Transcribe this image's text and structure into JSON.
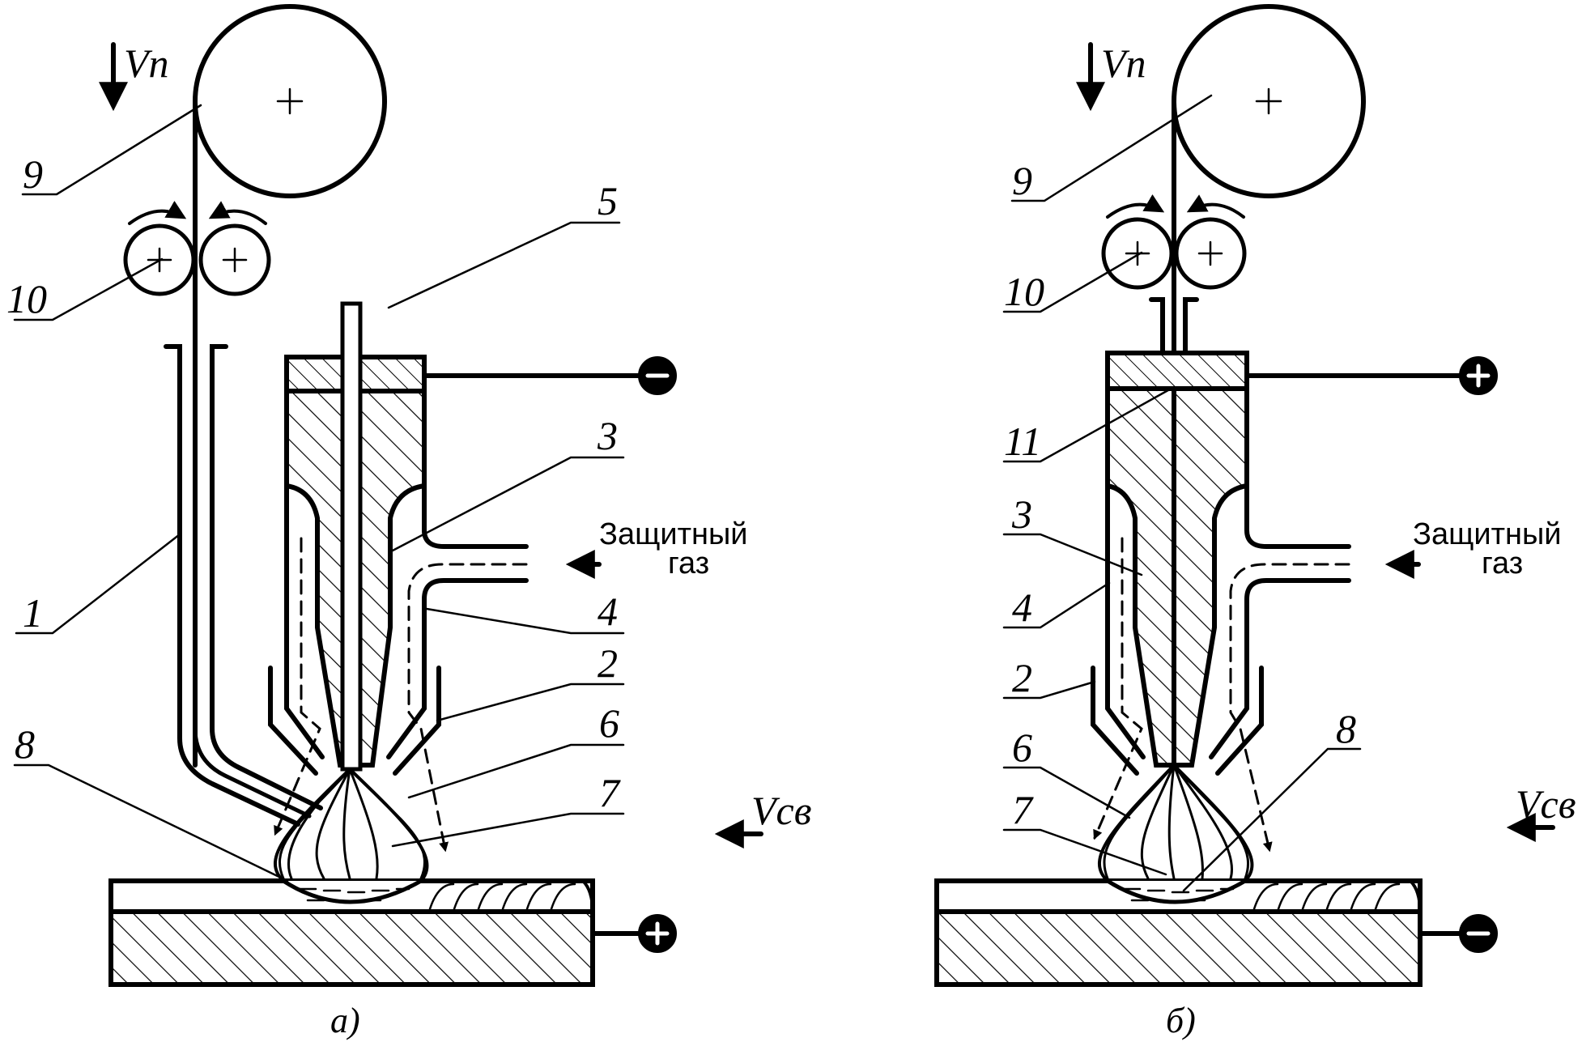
{
  "labels": {
    "a": {
      "n1": "1",
      "n2": "2",
      "n3": "3",
      "n4": "4",
      "n5": "5",
      "n6": "6",
      "n7": "7",
      "n8": "8",
      "n9": "9",
      "n10": "10",
      "vn": "Vn",
      "vsv": "Vсв",
      "gas_line1": "Защитный",
      "gas_line2": "газ",
      "electrode_sign": "−",
      "workpiece_sign": "+",
      "caption": "а)"
    },
    "b": {
      "n2": "2",
      "n3": "3",
      "n4": "4",
      "n6": "6",
      "n7": "7",
      "n8": "8",
      "n9": "9",
      "n10": "10",
      "n11": "11",
      "vn": "Vn",
      "vsv": "Vсв",
      "gas_line1": "Защитный",
      "gas_line2": "газ",
      "electrode_sign": "+",
      "workpiece_sign": "−",
      "caption": "б)"
    }
  },
  "colors": {
    "ink": "#000000",
    "paper": "#ffffff"
  }
}
